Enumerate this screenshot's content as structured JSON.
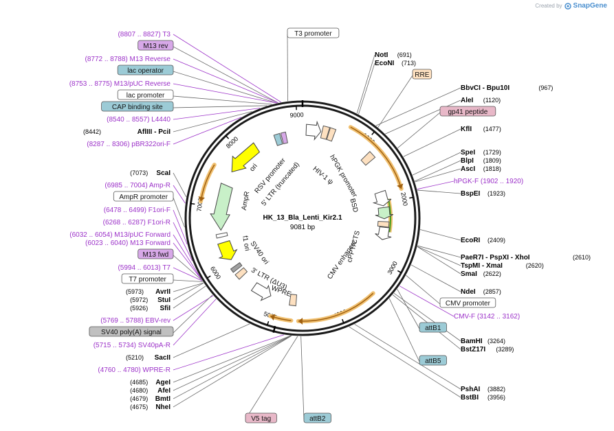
{
  "credit": {
    "prefix": "Created by",
    "brand": "SnapGene"
  },
  "plasmid": {
    "name": "HK_13_Bla_Lenti_Kir2.1",
    "size": "9081 bp"
  },
  "ticks": [
    "1000",
    "2000",
    "3000",
    "4000",
    "5000",
    "6000",
    "7000",
    "8000",
    "9000"
  ],
  "feature_labels": [
    {
      "id": "rsv",
      "text": "RSV promoter"
    },
    {
      "id": "ltr5",
      "text": "5' LTR (truncated)"
    },
    {
      "id": "hiv",
      "text": "HIV-1 ψ"
    },
    {
      "id": "hpgk",
      "text": "hPGK promoter"
    },
    {
      "id": "bsd",
      "text": "BSD"
    },
    {
      "id": "cppt",
      "text": "cPPT/CTS"
    },
    {
      "id": "cmvenh",
      "text": "CMV enhancer"
    },
    {
      "id": "wpre",
      "text": "WPRE"
    },
    {
      "id": "ltr3",
      "text": "3' LTR (ΔU3)"
    },
    {
      "id": "sv40",
      "text": "SV40 ori"
    },
    {
      "id": "f1",
      "text": "f1 ori"
    },
    {
      "id": "ampr",
      "text": "AmpR"
    },
    {
      "id": "ori",
      "text": "ori"
    }
  ],
  "left_labels": [
    {
      "text": "(8807 .. 8827)  T3",
      "type": "primer"
    },
    {
      "text": "M13 rev",
      "type": "box",
      "color": "#d7a8e8"
    },
    {
      "text": "(8772 .. 8788)  M13 Reverse",
      "type": "primer"
    },
    {
      "text": "lac operator",
      "type": "box",
      "color": "#9ccbd6"
    },
    {
      "text": "(8753 .. 8775)  M13/pUC Reverse",
      "type": "primer"
    },
    {
      "text": "lac promoter",
      "type": "box",
      "color": "#ffffff"
    },
    {
      "text": "CAP binding site",
      "type": "box",
      "color": "#9ccbd6"
    },
    {
      "text": "(8540 .. 8557)  L4440",
      "type": "primer"
    },
    {
      "pos": "(8442)",
      "name": "AflIII  -  PciI",
      "type": "enzyme"
    },
    {
      "text": "(8287 .. 8306)  pBR322ori-F",
      "type": "primer"
    },
    {
      "pos": "(7073)",
      "name": "ScaI",
      "type": "enzyme"
    },
    {
      "text": "(6985 .. 7004)  Amp-R",
      "type": "primer"
    },
    {
      "text": "AmpR promoter",
      "type": "box",
      "color": "#ffffff"
    },
    {
      "text": "(6478 .. 6499)  F1ori-F",
      "type": "primer"
    },
    {
      "text": "(6268 .. 6287)  F1ori-R",
      "type": "primer"
    },
    {
      "text": "(6032 .. 6054)  M13/pUC Forward",
      "type": "primer"
    },
    {
      "text": "(6023 .. 6040)  M13 Forward",
      "type": "primer"
    },
    {
      "text": "M13 fwd",
      "type": "box",
      "color": "#d7a8e8"
    },
    {
      "text": "(5994 .. 6013)  T7",
      "type": "primer"
    },
    {
      "text": "T7 promoter",
      "type": "box",
      "color": "#ffffff"
    },
    {
      "pos": "(5973)",
      "name": "AvrII",
      "type": "enzyme"
    },
    {
      "pos": "(5972)",
      "name": "StuI",
      "type": "enzyme"
    },
    {
      "pos": "(5926)",
      "name": "SfiI",
      "type": "enzyme"
    },
    {
      "text": "(5769 .. 5788)  EBV-rev",
      "type": "primer"
    },
    {
      "text": "SV40 poly(A) signal",
      "type": "box",
      "color": "#c0c0c0"
    },
    {
      "text": "(5715 .. 5734)  SV40pA-R",
      "type": "primer"
    },
    {
      "pos": "(5210)",
      "name": "SacII",
      "type": "enzyme"
    },
    {
      "text": "(4760 .. 4780)  WPRE-R",
      "type": "primer"
    },
    {
      "pos": "(4685)",
      "name": "AgeI",
      "type": "enzyme"
    },
    {
      "pos": "(4680)",
      "name": "AfeI",
      "type": "enzyme"
    },
    {
      "pos": "(4679)",
      "name": "BmtI",
      "type": "enzyme"
    },
    {
      "pos": "(4675)",
      "name": "NheI",
      "type": "enzyme"
    }
  ],
  "right_labels": [
    {
      "text": "T3 promoter",
      "type": "box",
      "color": "#ffffff"
    },
    {
      "name": "NotI",
      "pos": "(691)",
      "type": "enzyme"
    },
    {
      "name": "EcoNI",
      "pos": "(713)",
      "type": "enzyme"
    },
    {
      "text": "RRE",
      "type": "box",
      "color": "#fde0c0"
    },
    {
      "name": "BbvCI   -  Bpu10I",
      "pos": "(967)",
      "type": "enzyme"
    },
    {
      "name": "AleI",
      "pos": "(1120)",
      "type": "enzyme"
    },
    {
      "text": "gp41 peptide",
      "type": "box",
      "color": "#e8b8c8"
    },
    {
      "name": "KflI",
      "pos": "(1477)",
      "type": "enzyme"
    },
    {
      "name": "SpeI",
      "pos": "(1729)",
      "type": "enzyme"
    },
    {
      "name": "BlpI",
      "pos": "(1809)",
      "type": "enzyme"
    },
    {
      "name": "AscI",
      "pos": "(1818)",
      "type": "enzyme"
    },
    {
      "text": "hPGK-F   (1902 .. 1920)",
      "type": "primer"
    },
    {
      "name": "BspEI",
      "pos": "(1923)",
      "type": "enzyme"
    },
    {
      "name": "EcoRI",
      "pos": "(2409)",
      "type": "enzyme"
    },
    {
      "name": "PaeR7I  -  PspXI  -  XhoI",
      "pos": "(2610)",
      "type": "enzyme"
    },
    {
      "name": "TspMI  -  XmaI",
      "pos": "(2620)",
      "type": "enzyme"
    },
    {
      "name": "SmaI",
      "pos": "(2622)",
      "type": "enzyme"
    },
    {
      "name": "NdeI",
      "pos": "(2857)",
      "type": "enzyme"
    },
    {
      "text": "CMV promoter",
      "type": "box",
      "color": "#ffffff"
    },
    {
      "text": "CMV-F   (3142 .. 3162)",
      "type": "primer"
    },
    {
      "text": "attB1",
      "type": "box",
      "color": "#9ccbd6"
    },
    {
      "name": "BamHI",
      "pos": "(3264)",
      "type": "enzyme"
    },
    {
      "name": "BstZ17I",
      "pos": "(3289)",
      "type": "enzyme"
    },
    {
      "text": "attB5",
      "type": "box",
      "color": "#9ccbd6"
    },
    {
      "name": "PshAI",
      "pos": "(3882)",
      "type": "enzyme"
    },
    {
      "name": "BstBI",
      "pos": "(3956)",
      "type": "enzyme"
    },
    {
      "text": "attB2",
      "type": "box",
      "color": "#9ccbd6"
    },
    {
      "text": "V5 tag",
      "type": "box",
      "color": "#e8b8c8"
    }
  ],
  "colors": {
    "primer": "#9b30c8",
    "enzyme": "#000000",
    "line": "#9b30c8",
    "orf_glow": "#f0c070"
  }
}
